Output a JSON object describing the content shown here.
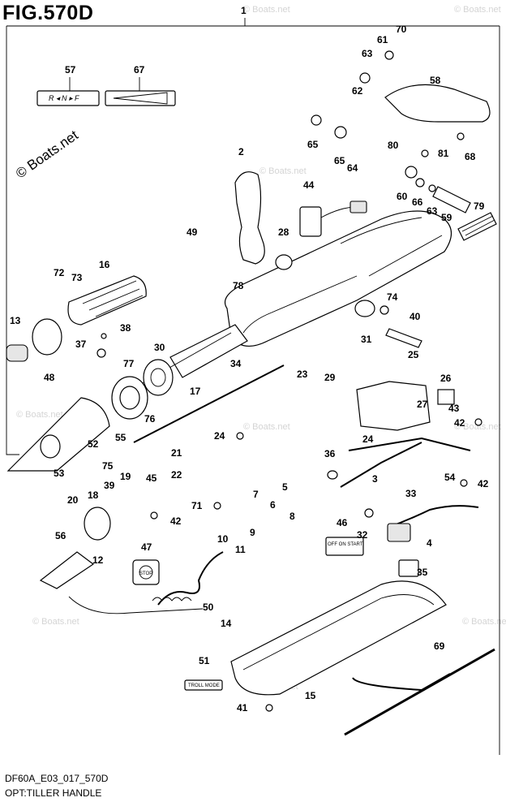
{
  "figure_title": "FIG.570D",
  "footer_code": "DF60A_E03_017_570D",
  "footer_description": "OPT:TILLER HANDLE",
  "watermark": "© Boats.net",
  "shift_decal_text": "R ◂ N ▸ F",
  "switch_plate_text": "OFF ON START",
  "troll_mode_label": "TROLL MODE",
  "stop_label": "STOP",
  "callouts": [
    {
      "id": "c1",
      "n": "1"
    },
    {
      "id": "c2",
      "n": "2"
    },
    {
      "id": "c3",
      "n": "3"
    },
    {
      "id": "c4",
      "n": "4"
    },
    {
      "id": "c5",
      "n": "5"
    },
    {
      "id": "c6",
      "n": "6"
    },
    {
      "id": "c7",
      "n": "7"
    },
    {
      "id": "c8",
      "n": "8"
    },
    {
      "id": "c9",
      "n": "9"
    },
    {
      "id": "c10",
      "n": "10"
    },
    {
      "id": "c11",
      "n": "11"
    },
    {
      "id": "c12",
      "n": "12"
    },
    {
      "id": "c13",
      "n": "13"
    },
    {
      "id": "c14",
      "n": "14"
    },
    {
      "id": "c15",
      "n": "15"
    },
    {
      "id": "c16",
      "n": "16"
    },
    {
      "id": "c17",
      "n": "17"
    },
    {
      "id": "c18",
      "n": "18"
    },
    {
      "id": "c19",
      "n": "19"
    },
    {
      "id": "c20",
      "n": "20"
    },
    {
      "id": "c21",
      "n": "21"
    },
    {
      "id": "c22",
      "n": "22"
    },
    {
      "id": "c23",
      "n": "23"
    },
    {
      "id": "c24a",
      "n": "24"
    },
    {
      "id": "c24b",
      "n": "24"
    },
    {
      "id": "c25",
      "n": "25"
    },
    {
      "id": "c26",
      "n": "26"
    },
    {
      "id": "c27",
      "n": "27"
    },
    {
      "id": "c28",
      "n": "28"
    },
    {
      "id": "c29",
      "n": "29"
    },
    {
      "id": "c30",
      "n": "30"
    },
    {
      "id": "c31",
      "n": "31"
    },
    {
      "id": "c32",
      "n": "32"
    },
    {
      "id": "c33",
      "n": "33"
    },
    {
      "id": "c34",
      "n": "34"
    },
    {
      "id": "c35",
      "n": "35"
    },
    {
      "id": "c36",
      "n": "36"
    },
    {
      "id": "c37",
      "n": "37"
    },
    {
      "id": "c38",
      "n": "38"
    },
    {
      "id": "c39",
      "n": "39"
    },
    {
      "id": "c40",
      "n": "40"
    },
    {
      "id": "c41",
      "n": "41"
    },
    {
      "id": "c42a",
      "n": "42"
    },
    {
      "id": "c42b",
      "n": "42"
    },
    {
      "id": "c42c",
      "n": "42"
    },
    {
      "id": "c43",
      "n": "43"
    },
    {
      "id": "c44",
      "n": "44"
    },
    {
      "id": "c45",
      "n": "45"
    },
    {
      "id": "c46",
      "n": "46"
    },
    {
      "id": "c47",
      "n": "47"
    },
    {
      "id": "c48",
      "n": "48"
    },
    {
      "id": "c49",
      "n": "49"
    },
    {
      "id": "c50",
      "n": "50"
    },
    {
      "id": "c51",
      "n": "51"
    },
    {
      "id": "c52",
      "n": "52"
    },
    {
      "id": "c53",
      "n": "53"
    },
    {
      "id": "c54",
      "n": "54"
    },
    {
      "id": "c55",
      "n": "55"
    },
    {
      "id": "c56",
      "n": "56"
    },
    {
      "id": "c57",
      "n": "57"
    },
    {
      "id": "c58",
      "n": "58"
    },
    {
      "id": "c59",
      "n": "59"
    },
    {
      "id": "c60",
      "n": "60"
    },
    {
      "id": "c61",
      "n": "61"
    },
    {
      "id": "c62",
      "n": "62"
    },
    {
      "id": "c63a",
      "n": "63"
    },
    {
      "id": "c63b",
      "n": "63"
    },
    {
      "id": "c64",
      "n": "64"
    },
    {
      "id": "c65a",
      "n": "65"
    },
    {
      "id": "c65b",
      "n": "65"
    },
    {
      "id": "c66",
      "n": "66"
    },
    {
      "id": "c67",
      "n": "67"
    },
    {
      "id": "c68",
      "n": "68"
    },
    {
      "id": "c69",
      "n": "69"
    },
    {
      "id": "c70",
      "n": "70"
    },
    {
      "id": "c71",
      "n": "71"
    },
    {
      "id": "c72",
      "n": "72"
    },
    {
      "id": "c73",
      "n": "73"
    },
    {
      "id": "c74",
      "n": "74"
    },
    {
      "id": "c75",
      "n": "75"
    },
    {
      "id": "c76",
      "n": "76"
    },
    {
      "id": "c77",
      "n": "77"
    },
    {
      "id": "c78",
      "n": "78"
    },
    {
      "id": "c79",
      "n": "79"
    },
    {
      "id": "c80",
      "n": "80"
    },
    {
      "id": "c81",
      "n": "81"
    }
  ]
}
